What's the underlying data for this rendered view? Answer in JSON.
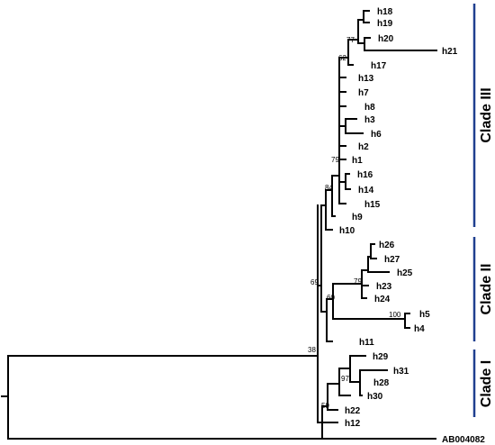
{
  "colors": {
    "branch": "#000000",
    "clade_bar": "#1f3f8f"
  },
  "tips": [
    "h18",
    "h19",
    "h20",
    "h21",
    "h17",
    "h13",
    "h7",
    "h8",
    "h3",
    "h6",
    "h2",
    "h1",
    "h16",
    "h14",
    "h15",
    "h9",
    "h10",
    "h26",
    "h27",
    "h25",
    "h23",
    "h24",
    "h5",
    "h4",
    "h11",
    "h29",
    "h31",
    "h28",
    "h30",
    "h22",
    "h12",
    "AB004082"
  ],
  "bootstrap": [
    "77",
    "62",
    "79",
    "84",
    "79",
    "60",
    "100",
    "69",
    "38",
    "97",
    "59"
  ],
  "clades": [
    "Clade III",
    "Clade II",
    "Clade I"
  ]
}
